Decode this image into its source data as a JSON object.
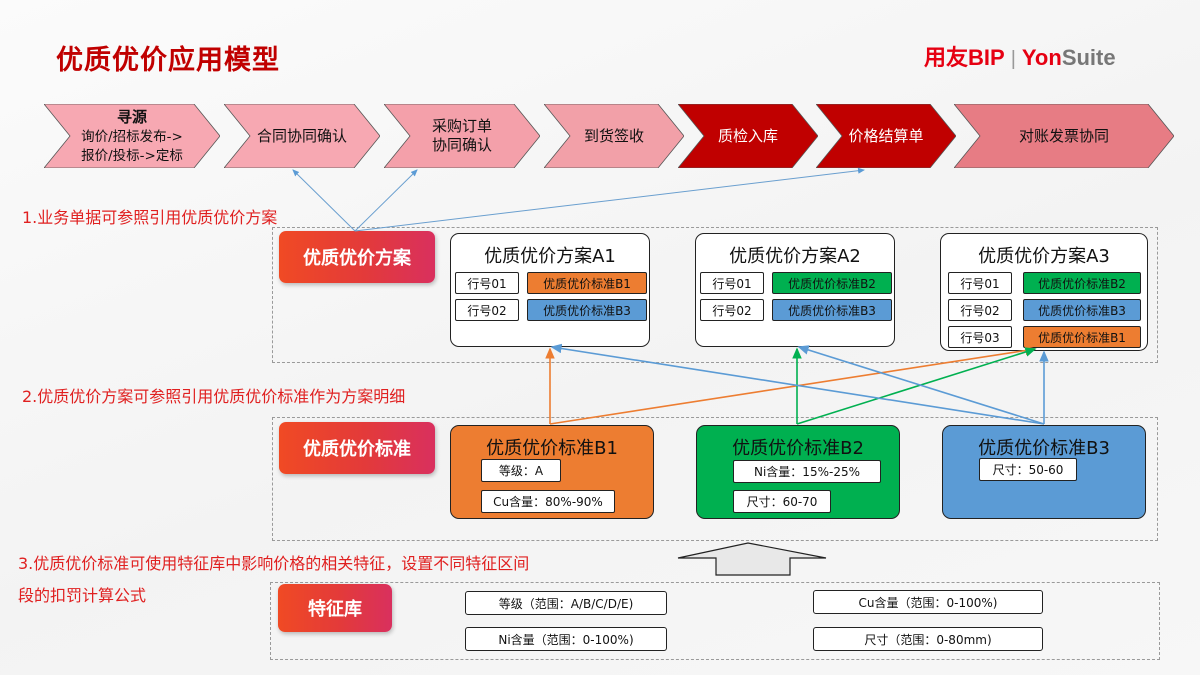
{
  "header": {
    "title": "优质优价应用模型",
    "logo": {
      "part1": "用友BIP",
      "separator": "|",
      "part2": "Yon",
      "part3": "Suite"
    }
  },
  "process_flow": [
    {
      "title": "寻源",
      "lines": [
        "询价/招标发布->",
        "报价/投标->定标"
      ],
      "fill": "#f7a8b2"
    },
    {
      "title": "合同协同确认",
      "lines": [],
      "fill": "#f7a8b2"
    },
    {
      "title": "采购订单",
      "lines": [
        "协同确认"
      ],
      "fill": "#f4a0aa"
    },
    {
      "title": "到货签收",
      "lines": [],
      "fill": "#f2a0a8"
    },
    {
      "title": "质检入库",
      "lines": [],
      "fill": "#c00000"
    },
    {
      "title": "价格结算单",
      "lines": [],
      "fill": "#c00000"
    },
    {
      "title": "对账发票协同",
      "lines": [],
      "fill": "#e77c84"
    }
  ],
  "notes": {
    "n1": "1.业务单据可参照引用优质优价方案",
    "n2": "2.优质优价方案可参照引用优质优价标准作为方案明细",
    "n3_line1": "3.优质优价标准可使用特征库中影响价格的相关特征，设置不同特征区间",
    "n3_line2": "段的扣罚计算公式"
  },
  "plans_section": {
    "label": "优质优价方案",
    "plans": [
      {
        "name": "优质优价方案A1",
        "rows": [
          {
            "row": "行号01",
            "standard": "优质优价标准B1",
            "color": "#ed7d31"
          },
          {
            "row": "行号02",
            "standard": "优质优价标准B3",
            "color": "#5b9bd5"
          }
        ]
      },
      {
        "name": "优质优价方案A2",
        "rows": [
          {
            "row": "行号01",
            "standard": "优质优价标准B2",
            "color": "#00b050"
          },
          {
            "row": "行号02",
            "standard": "优质优价标准B3",
            "color": "#5b9bd5"
          }
        ]
      },
      {
        "name": "优质优价方案A3",
        "rows": [
          {
            "row": "行号01",
            "standard": "优质优价标准B2",
            "color": "#00b050"
          },
          {
            "row": "行号02",
            "standard": "优质优价标准B3",
            "color": "#5b9bd5"
          },
          {
            "row": "行号03",
            "standard": "优质优价标准B1",
            "color": "#ed7d31"
          }
        ]
      }
    ]
  },
  "standards_section": {
    "label": "优质优价标准",
    "standards": [
      {
        "name": "优质优价标准B1",
        "color": "#ed7d31",
        "tags": [
          "等级：A",
          "Cu含量：80%-90%"
        ]
      },
      {
        "name": "优质优价标准B2",
        "color": "#00b050",
        "tags": [
          "Ni含量：15%-25%",
          "尺寸：60-70"
        ]
      },
      {
        "name": "优质优价标准B3",
        "color": "#5b9bd5",
        "tags": [
          "尺寸：50-60"
        ]
      }
    ]
  },
  "feature_section": {
    "label": "特征库",
    "features": [
      "等级（范围：A/B/C/D/E)",
      "Cu含量（范围：0-100%)",
      "Ni含量（范围：0-100%)",
      "尺寸（范围：0-80mm)"
    ]
  }
}
